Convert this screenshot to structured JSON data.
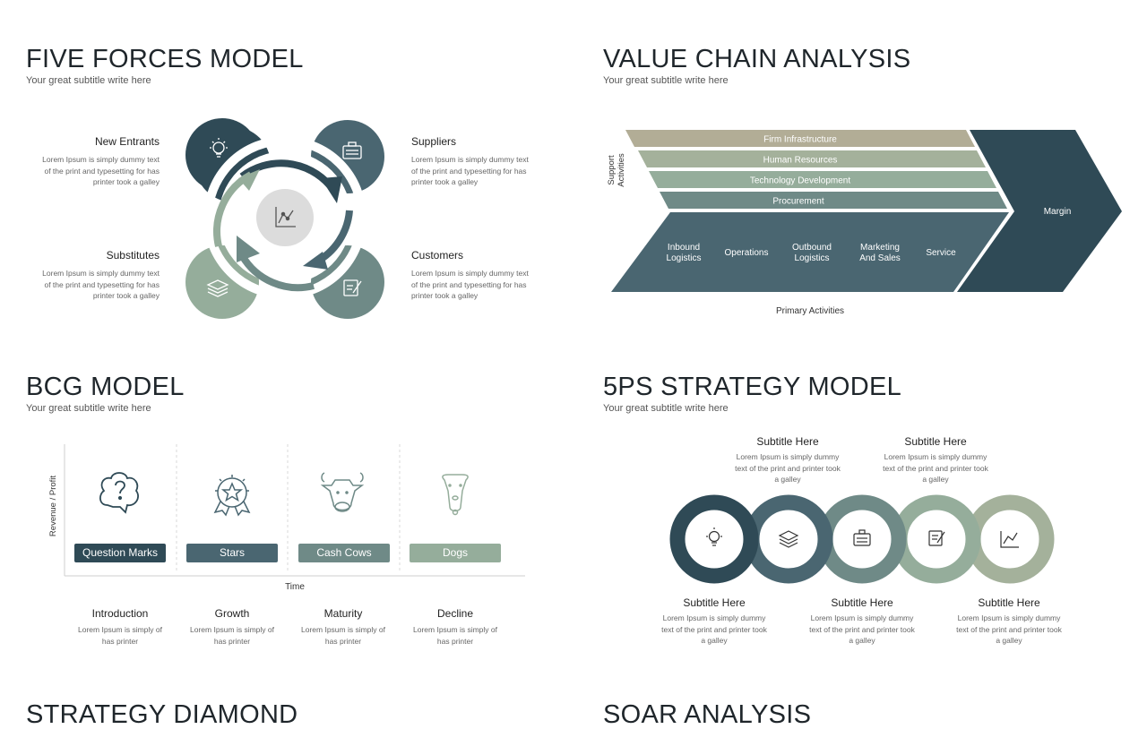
{
  "five_forces": {
    "title": "FIVE FORCES MODEL",
    "subtitle": "Your great subtitle write here",
    "items": [
      {
        "label": "New Entrants",
        "desc": "Lorem Ipsum is simply dummy text of the print and typesetting for has printer took a galley"
      },
      {
        "label": "Suppliers",
        "desc": "Lorem Ipsum is simply dummy text of the print and typesetting for has printer took a galley"
      },
      {
        "label": "Substitutes",
        "desc": "Lorem Ipsum is simply dummy text of the print and typesetting for has printer took a galley"
      },
      {
        "label": "Customers",
        "desc": "Lorem Ipsum is simply dummy text of the print and typesetting for has printer took a galley"
      }
    ]
  },
  "value_chain": {
    "title": "VALUE CHAIN ANALYSIS",
    "subtitle": "Your great subtitle write here",
    "support_label_1": "Support",
    "support_label_2": "Activities",
    "support": [
      "Firm Infrastructure",
      "Human Resources",
      "Technology Development",
      "Procurement"
    ],
    "primary": [
      {
        "l1": "Inbound",
        "l2": "Logistics"
      },
      {
        "l1": "Operations",
        "l2": ""
      },
      {
        "l1": "Outbound",
        "l2": "Logistics"
      },
      {
        "l1": "Marketing",
        "l2": "And Sales"
      },
      {
        "l1": "Service",
        "l2": ""
      }
    ],
    "margin": "Margin",
    "primary_label": "Primary Activities"
  },
  "bcg": {
    "title": "BCG MODEL",
    "subtitle": "Your great subtitle write here",
    "y_axis": "Revenue / Profit",
    "x_axis": "Time",
    "quadrants": [
      {
        "name": "Question Marks",
        "stage": "Introduction",
        "desc": "Lorem Ipsum is simply of has printer",
        "color": "#2f4a56"
      },
      {
        "name": "Stars",
        "stage": "Growth",
        "desc": "Lorem Ipsum is simply of has printer",
        "color": "#4a6671"
      },
      {
        "name": "Cash Cows",
        "stage": "Maturity",
        "desc": "Lorem Ipsum is simply of has printer",
        "color": "#6f8a87"
      },
      {
        "name": "Dogs",
        "stage": "Decline",
        "desc": "Lorem Ipsum is simply of has printer",
        "color": "#95ad9b"
      }
    ]
  },
  "five_ps": {
    "title": "5PS STRATEGY MODEL",
    "subtitle": "Your great subtitle write here",
    "items": [
      {
        "subtitle": "Subtitle Here",
        "desc": "Lorem Ipsum is simply dummy text of the print and printer took a galley"
      },
      {
        "subtitle": "Subtitle Here",
        "desc": "Lorem Ipsum is simply dummy text of the print and printer took a galley"
      },
      {
        "subtitle": "Subtitle Here",
        "desc": "Lorem Ipsum is simply dummy text of the print and printer took a galley"
      },
      {
        "subtitle": "Subtitle Here",
        "desc": "Lorem Ipsum is simply dummy text of the print and printer took a galley"
      },
      {
        "subtitle": "Subtitle Here",
        "desc": "Lorem Ipsum is simply dummy text of the print and printer took a galley"
      }
    ]
  },
  "strategy_diamond": {
    "title": "STRATEGY DIAMOND"
  },
  "soar": {
    "title": "SOAR ANALYSIS"
  },
  "colors": {
    "dark": "#2f4a56",
    "mid": "#4a6671",
    "slate": "#6f8a87",
    "sage": "#95ad9b",
    "tan": "#b2ad96"
  }
}
